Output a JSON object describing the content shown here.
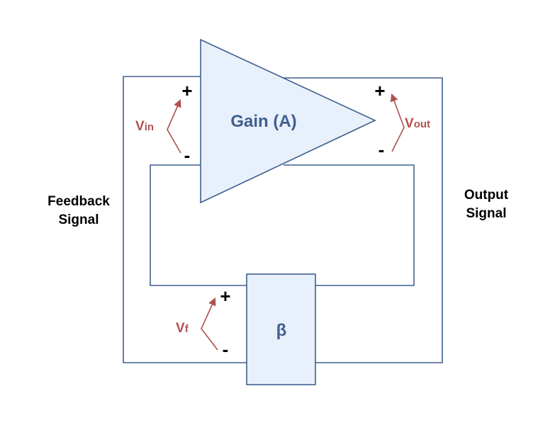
{
  "amplifier": {
    "label": "Gain (A)"
  },
  "beta_block": {
    "label": "β"
  },
  "feedback_signal": {
    "line1": "Feedback",
    "line2": "Signal"
  },
  "output_signal": {
    "line1": "Output",
    "line2": "Signal"
  },
  "vin": {
    "main": "V",
    "sub": "in"
  },
  "vout": {
    "main": "V",
    "sub": "out"
  },
  "vf": {
    "main": "V",
    "sub": "f"
  },
  "signs": {
    "plus": "+",
    "minus": "-"
  },
  "colors": {
    "wire": "#3f5f8f",
    "block_fill": "#e8f0fb",
    "voltage_arrow": "#b05050",
    "label_blue": "#3f5f8f"
  }
}
